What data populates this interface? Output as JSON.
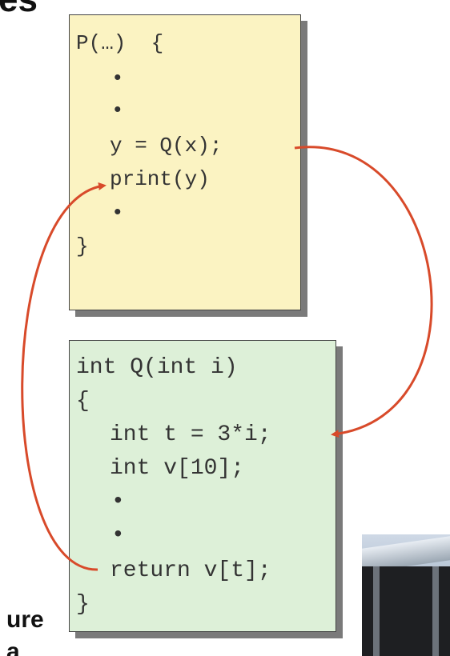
{
  "heading_fragment": "es",
  "caller": {
    "lines": [
      "P(…)  {",
      "•",
      "•",
      "y = Q(x);",
      "print(y)",
      "•",
      "}"
    ]
  },
  "callee": {
    "lines": [
      "int Q(int i)",
      "{",
      "int t = 3*i;",
      "int v[10];",
      "•",
      "•",
      "return v[t];",
      "}"
    ]
  },
  "bottom_fragment": {
    "line1": "ure",
    "line2": "a"
  },
  "colors": {
    "caller_box": "#fbf3c2",
    "callee_box": "#ddf0d8",
    "arrow": "#d84a2a",
    "shadow": "#7a7a7a"
  }
}
